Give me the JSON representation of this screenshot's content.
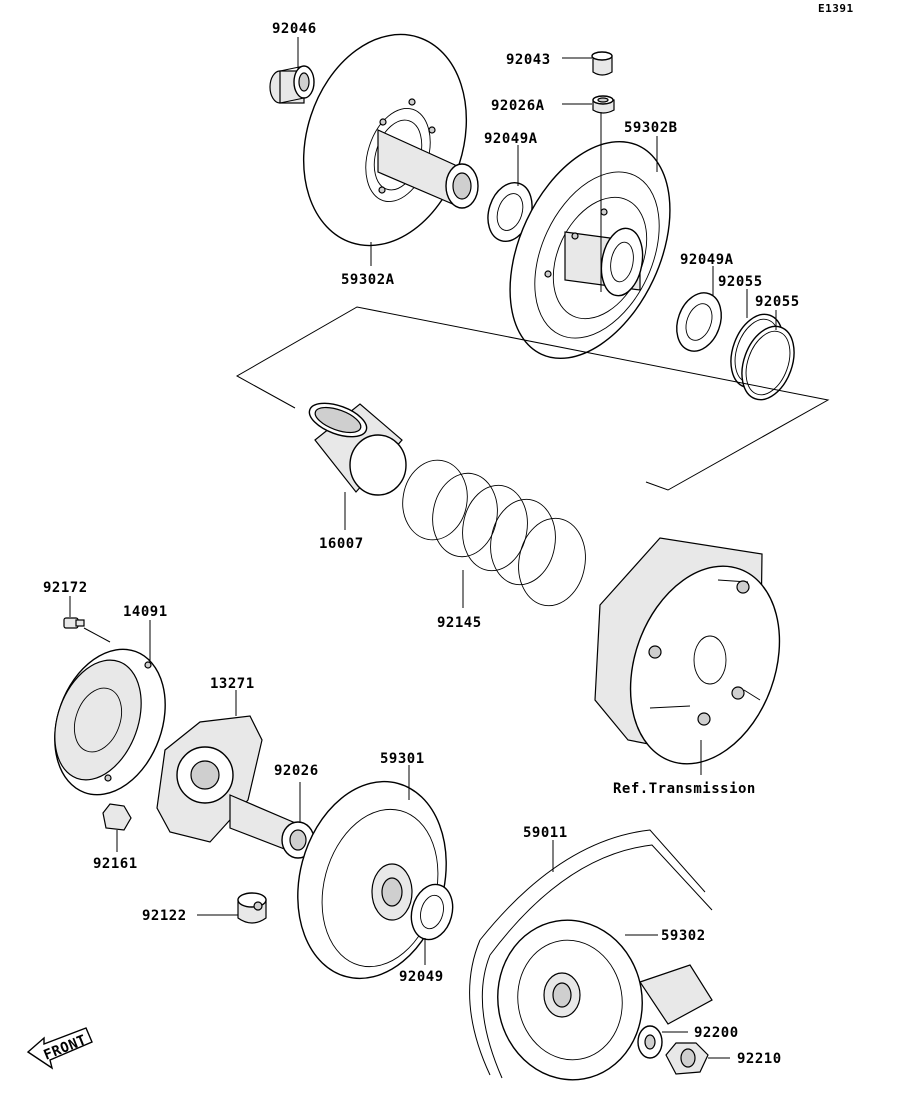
{
  "diagram_code": "E1391",
  "part_labels": {
    "p92046": "92046",
    "p92043": "92043",
    "p92026A": "92026A",
    "p92049A_top": "92049A",
    "p59302B": "59302B",
    "p59302A": "59302A",
    "p92049A": "92049A",
    "p92055_a": "92055",
    "p92055_b": "92055",
    "p16007": "16007",
    "p92145": "92145",
    "p92172": "92172",
    "p14091": "14091",
    "p13271": "13271",
    "p92026": "92026",
    "p59301": "59301",
    "p92161": "92161",
    "p92122": "92122",
    "p92049": "92049",
    "p59011": "59011",
    "p59302": "59302",
    "p92200": "92200",
    "p92210": "92210"
  },
  "ref_label": "Ref.Transmission",
  "front_label": "FRONT"
}
